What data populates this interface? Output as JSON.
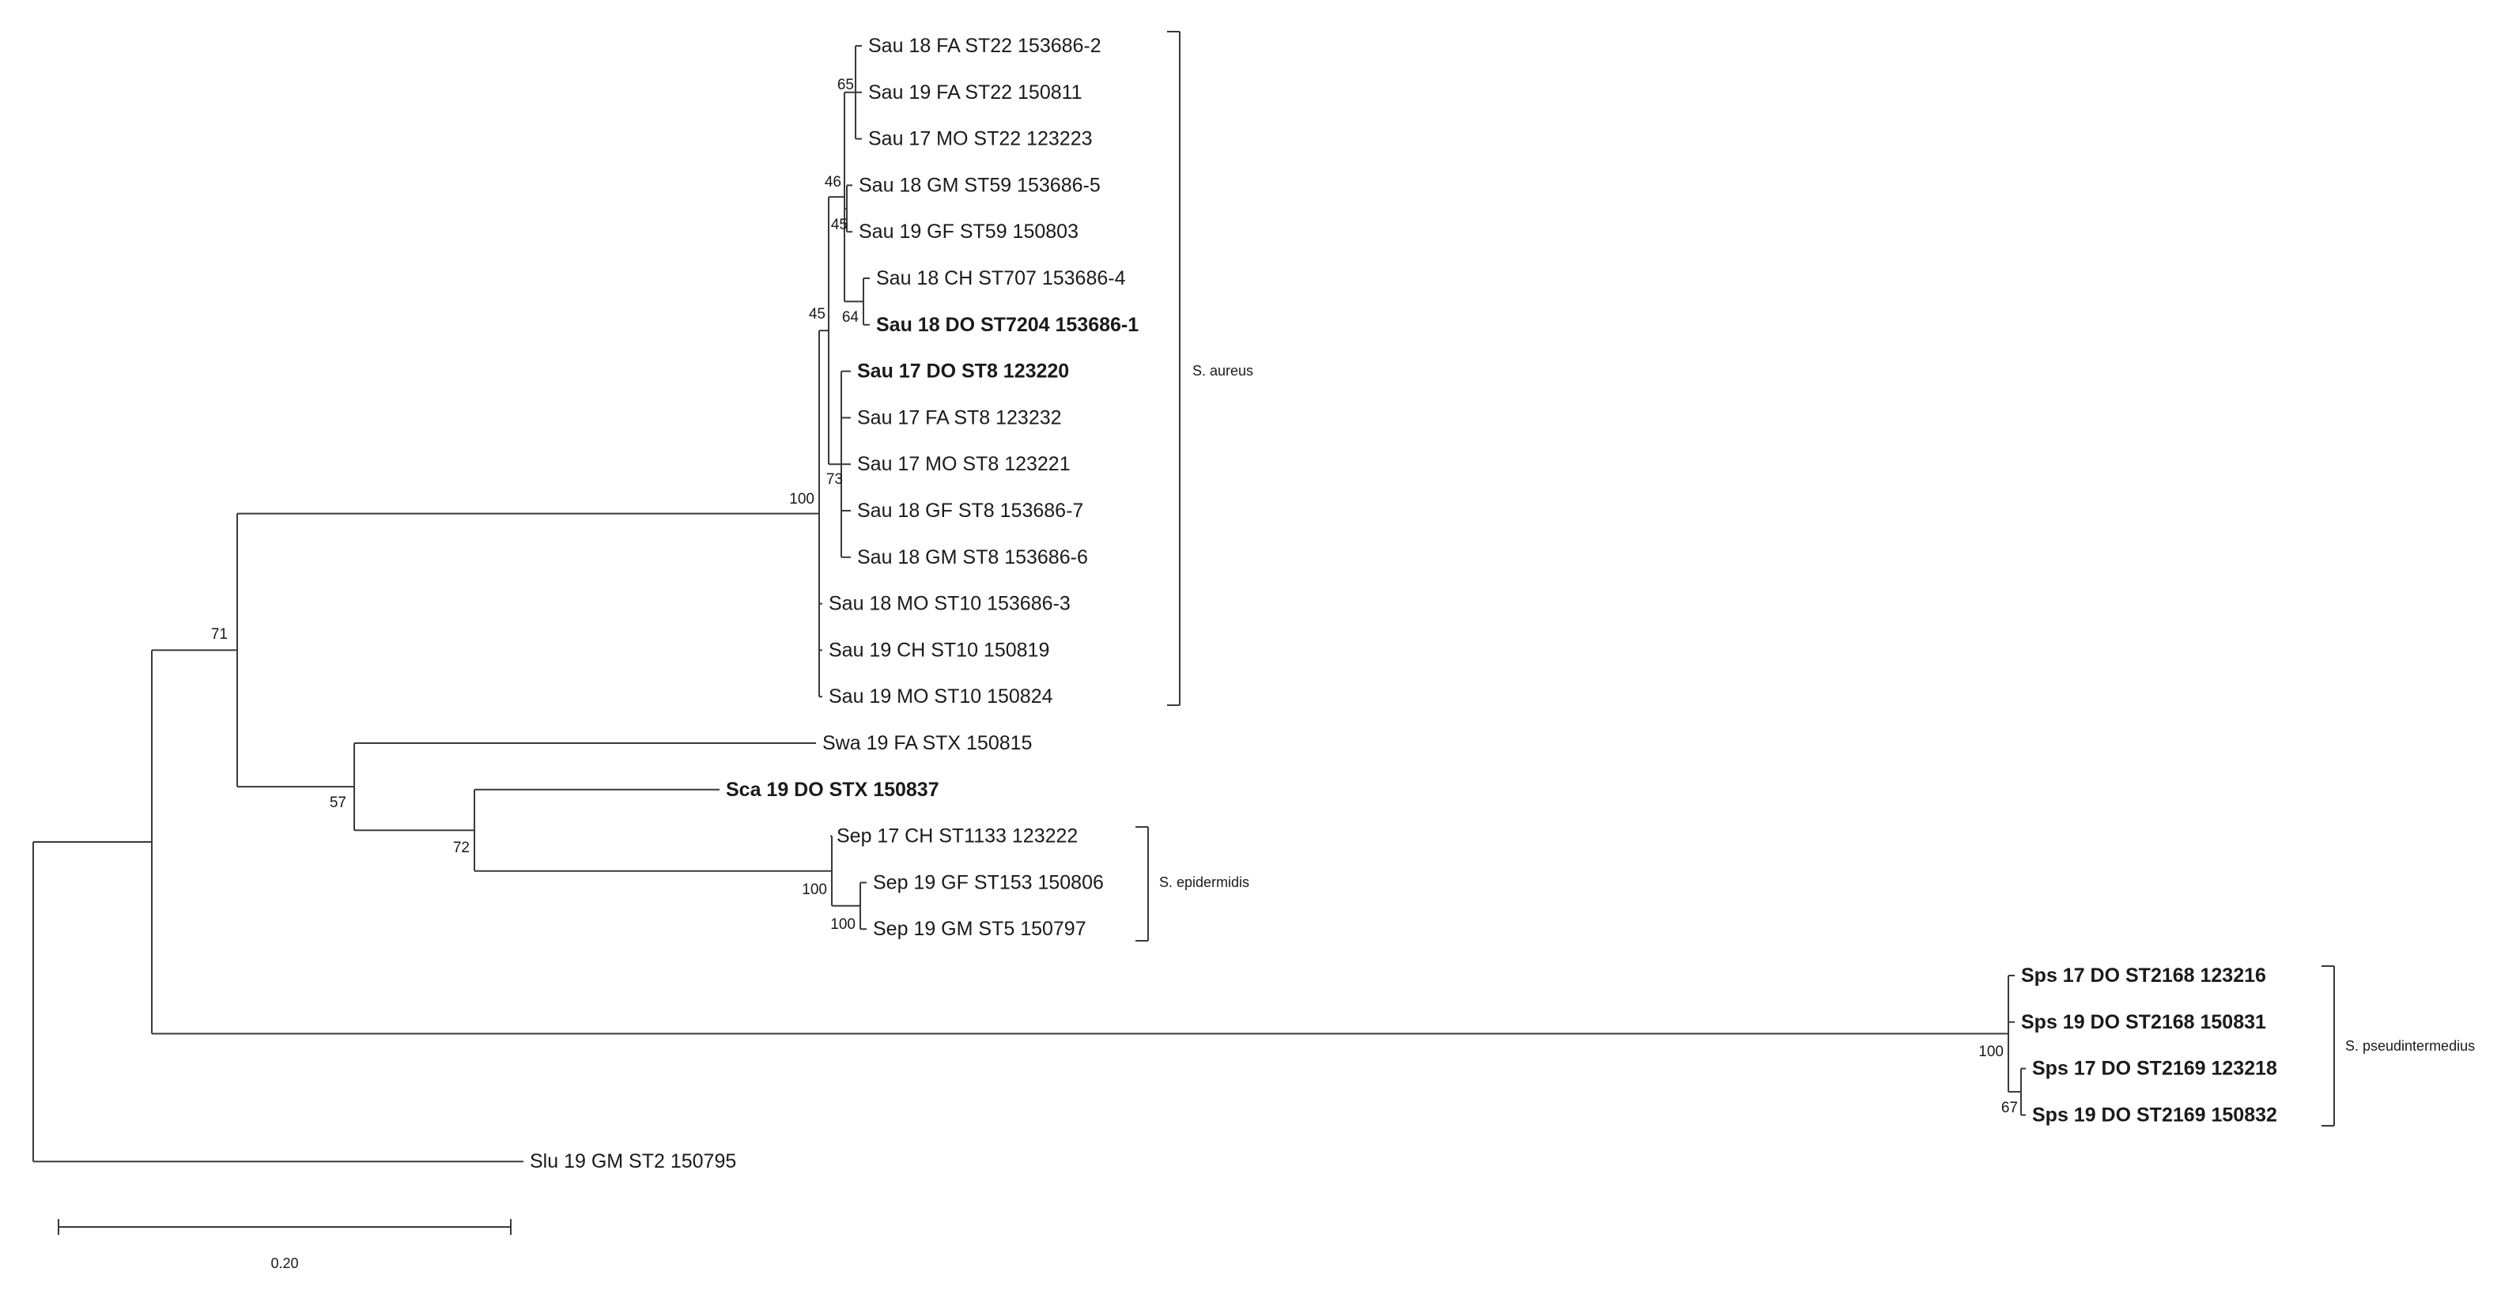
{
  "tree": {
    "leaves": [
      {
        "id": "l0",
        "label": "Sau 18 FA ST22 153686-2",
        "bold": false
      },
      {
        "id": "l1",
        "label": "Sau 19 FA ST22 150811",
        "bold": false
      },
      {
        "id": "l2",
        "label": "Sau 17 MO ST22 123223",
        "bold": false
      },
      {
        "id": "l3",
        "label": "Sau 18 GM ST59 153686-5",
        "bold": false
      },
      {
        "id": "l4",
        "label": "Sau 19 GF ST59 150803",
        "bold": false
      },
      {
        "id": "l5",
        "label": "Sau 18 CH ST707 153686-4",
        "bold": false
      },
      {
        "id": "l6",
        "label": "Sau 18 DO ST7204 153686-1",
        "bold": true
      },
      {
        "id": "l7",
        "label": "Sau 17 DO ST8 123220",
        "bold": true
      },
      {
        "id": "l8",
        "label": "Sau 17 FA ST8 123232",
        "bold": false
      },
      {
        "id": "l9",
        "label": "Sau 17 MO ST8 123221",
        "bold": false
      },
      {
        "id": "l10",
        "label": "Sau 18 GF ST8 153686-7",
        "bold": false
      },
      {
        "id": "l11",
        "label": "Sau 18 GM ST8 153686-6",
        "bold": false
      },
      {
        "id": "l12",
        "label": "Sau 18 MO ST10 153686-3",
        "bold": false
      },
      {
        "id": "l13",
        "label": "Sau 19 CH ST10 150819",
        "bold": false
      },
      {
        "id": "l14",
        "label": "Sau 19 MO ST10 150824",
        "bold": false
      },
      {
        "id": "l15",
        "label": "Swa 19 FA STX 150815",
        "bold": false
      },
      {
        "id": "l16",
        "label": "Sca 19 DO STX 150837",
        "bold": true
      },
      {
        "id": "l17",
        "label": "Sep 17 CH ST1133 123222",
        "bold": false
      },
      {
        "id": "l18",
        "label": "Sep 19 GF ST153 150806",
        "bold": false
      },
      {
        "id": "l19",
        "label": "Sep 19 GM ST5 150797",
        "bold": false
      },
      {
        "id": "l20",
        "label": "Sps 17 DO ST2168 123216",
        "bold": true
      },
      {
        "id": "l21",
        "label": "Sps 19 DO ST2168 150831",
        "bold": true
      },
      {
        "id": "l22",
        "label": "Sps 17 DO ST2169 123218",
        "bold": true
      },
      {
        "id": "l23",
        "label": "Sps 19 DO ST2169 150832",
        "bold": true
      },
      {
        "id": "l24",
        "label": "Slu 19 GM ST2 150795",
        "bold": false
      }
    ],
    "bootstrap": [
      {
        "id": "b65",
        "value": "65"
      },
      {
        "id": "b46",
        "value": "46"
      },
      {
        "id": "b45a",
        "value": "45"
      },
      {
        "id": "b64",
        "value": "64"
      },
      {
        "id": "b45b",
        "value": "45"
      },
      {
        "id": "b73",
        "value": "73"
      },
      {
        "id": "b100a",
        "value": "100"
      },
      {
        "id": "b71",
        "value": "71"
      },
      {
        "id": "b57",
        "value": "57"
      },
      {
        "id": "b72",
        "value": "72"
      },
      {
        "id": "b100b",
        "value": "100"
      },
      {
        "id": "b100c",
        "value": "100"
      },
      {
        "id": "b100d",
        "value": "100"
      },
      {
        "id": "b67",
        "value": "67"
      }
    ],
    "clades": [
      {
        "id": "c-aureus",
        "label": "S. aureus"
      },
      {
        "id": "c-epidermidis",
        "label": "S. epidermidis"
      },
      {
        "id": "c-pseud",
        "label": "S. pseudintermedius"
      }
    ],
    "scale_bar": {
      "label": "0.20"
    }
  }
}
